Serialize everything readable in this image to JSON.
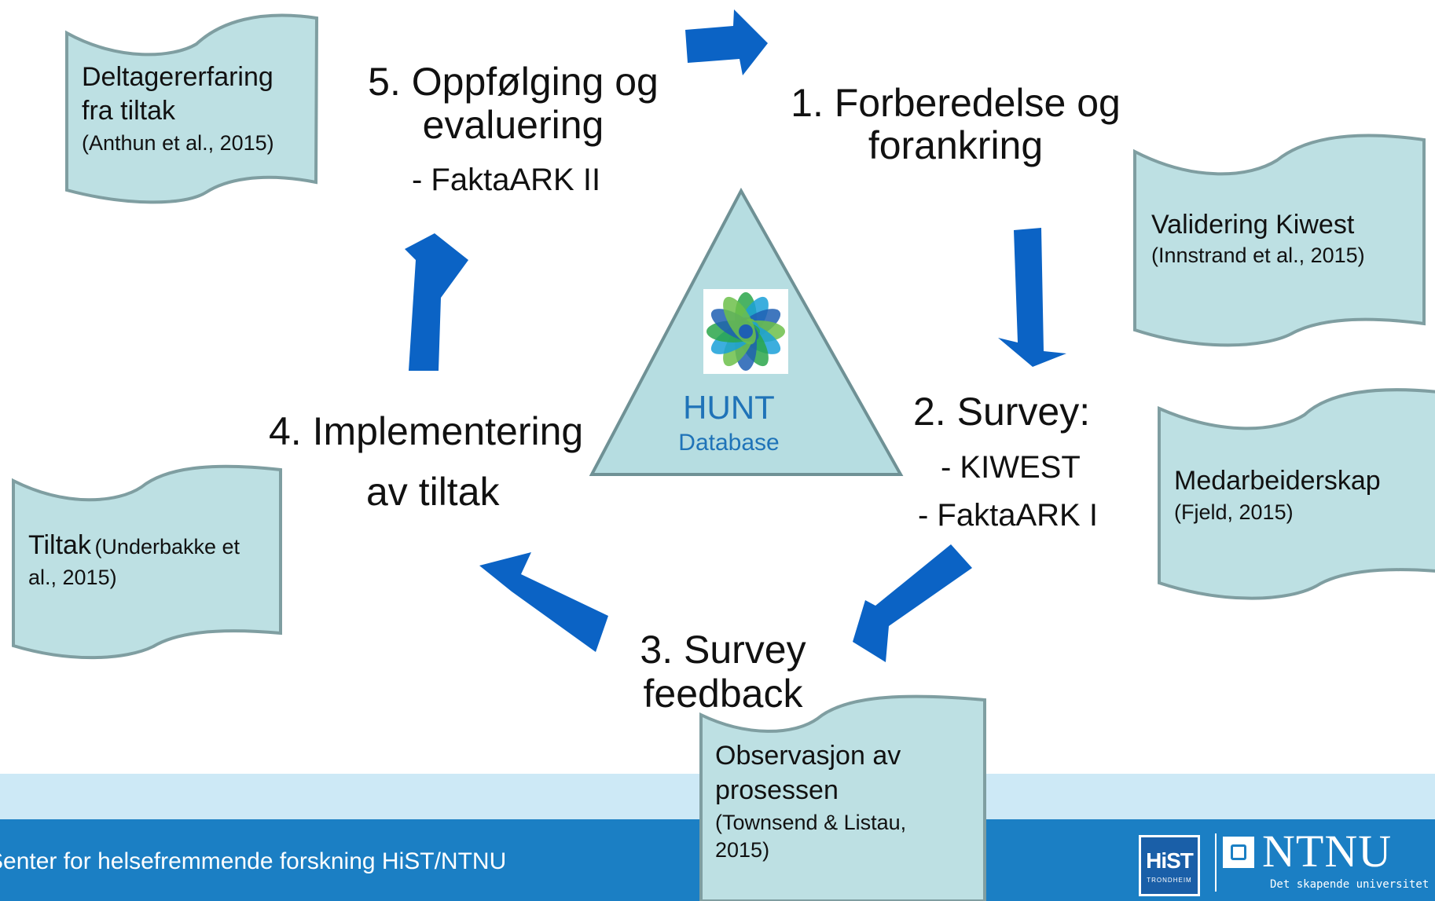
{
  "steps": {
    "s1": {
      "line1": "1. Forberedelse og",
      "line2": "forankring"
    },
    "s2": {
      "title": "2. Survey:",
      "item1": "- KIWEST",
      "item2": "- FaktaARK I"
    },
    "s3": {
      "line1": "3. Survey",
      "line2": "feedback"
    },
    "s4": {
      "line1": "4. Implementering",
      "line2": "av tiltak"
    },
    "s5": {
      "line1": "5. Oppfølging og",
      "line2": "evaluering",
      "item1": "- FaktaARK II"
    }
  },
  "center": {
    "title": "HUNT",
    "subtitle": "Database",
    "logo_icon": "hunt-flower-logo"
  },
  "notes": {
    "deltager": {
      "text": "Deltagererfaring fra tiltak",
      "line1": "Deltagererfaring",
      "line2": "fra tiltak",
      "cite": "(Anthun et al., 2015)"
    },
    "validering": {
      "text": "Validering Kiwest",
      "cite": "(Innstrand et al., 2015)"
    },
    "medarbeider": {
      "text": "Medarbeiderskap",
      "cite": "(Fjeld, 2015)"
    },
    "tiltak": {
      "text": "Tiltak",
      "cite_part1": "(Underbakke et",
      "cite_part2": "al., 2015)"
    },
    "observasjon": {
      "line1": "Observasjon av",
      "line2": "prosessen",
      "cite_line1": "(Townsend & Listau,",
      "cite_line2": "2015)"
    }
  },
  "footer": {
    "text": "Senter for helsefremmende forskning HiST/NTNU",
    "hist_logo": "HiST",
    "hist_sub": "TRONDHEIM",
    "ntnu_logo": "NTNU",
    "ntnu_tagline": "Det skapende universitet"
  },
  "colors": {
    "arrow": "#0b63c5",
    "scroll_fill": "#bde0e3",
    "scroll_stroke": "#7f9ea1",
    "triangle_fill": "#b6dde1",
    "footer_light": "#cde9f6",
    "footer_dark": "#1b7fc4",
    "hunt_text": "#1f73b8"
  }
}
